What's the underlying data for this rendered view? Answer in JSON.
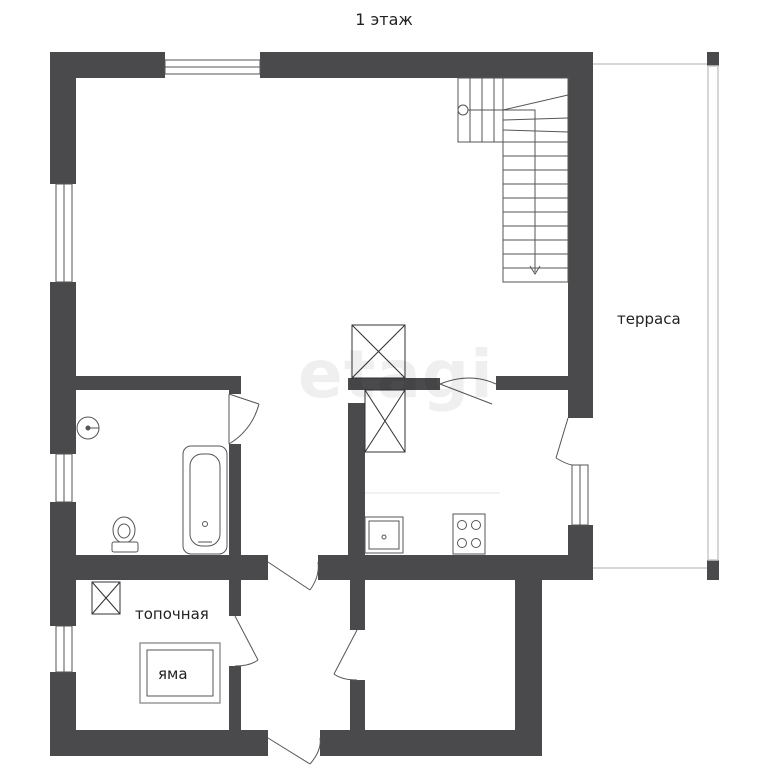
{
  "floor_title": "1 этаж",
  "labels": {
    "terrace": "терраса",
    "boiler_room": "топочная",
    "pit": "яма"
  },
  "watermark": "etagi",
  "colors": {
    "wall": "#4a4a4c",
    "line": "#555555",
    "background": "#ffffff"
  }
}
